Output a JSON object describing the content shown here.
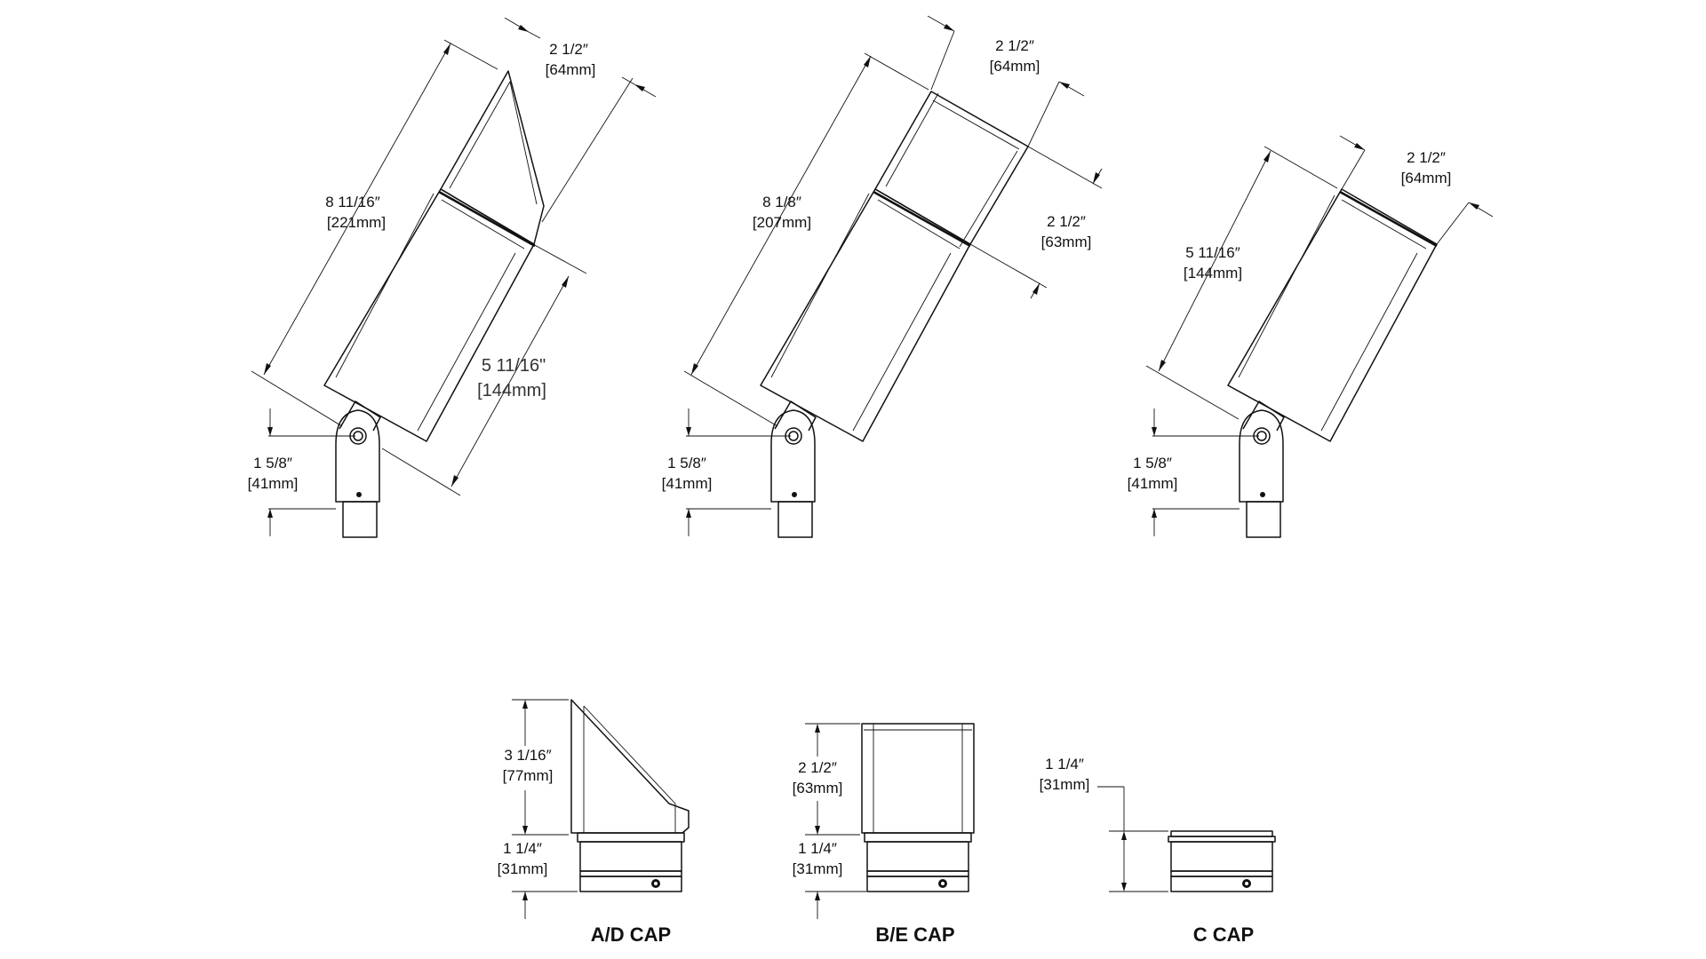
{
  "fixtures": [
    {
      "overall": {
        "line1": "8 11/16″",
        "line2": "[221mm]"
      },
      "width": {
        "line1": "2 1/2″",
        "line2": "[64mm]"
      },
      "body": {
        "line1": "5 11/16\"",
        "line2": "[144mm]"
      },
      "knuckle": {
        "line1": "1 5/8″",
        "line2": "[41mm]"
      }
    },
    {
      "overall": {
        "line1": "8 1/8″",
        "line2": "[207mm]"
      },
      "width": {
        "line1": "2 1/2″",
        "line2": "[64mm]"
      },
      "cap": {
        "line1": "2 1/2″",
        "line2": "[63mm]"
      },
      "knuckle": {
        "line1": "1 5/8″",
        "line2": "[41mm]"
      }
    },
    {
      "overall": {
        "line1": "5 11/16″",
        "line2": "[144mm]"
      },
      "width": {
        "line1": "2 1/2″",
        "line2": "[64mm]"
      },
      "knuckle": {
        "line1": "1 5/8″",
        "line2": "[41mm]"
      }
    }
  ],
  "caps": [
    {
      "title": "A/D CAP",
      "height": {
        "line1": "3 1/16″",
        "line2": "[77mm]"
      },
      "base": {
        "line1": "1 1/4″",
        "line2": "[31mm]"
      }
    },
    {
      "title": "B/E CAP",
      "height": {
        "line1": "2 1/2″",
        "line2": "[63mm]"
      },
      "base": {
        "line1": "1 1/4″",
        "line2": "[31mm]"
      }
    },
    {
      "title": "C CAP",
      "base": {
        "line1": "1 1/4″",
        "line2": "[31mm]"
      }
    }
  ]
}
